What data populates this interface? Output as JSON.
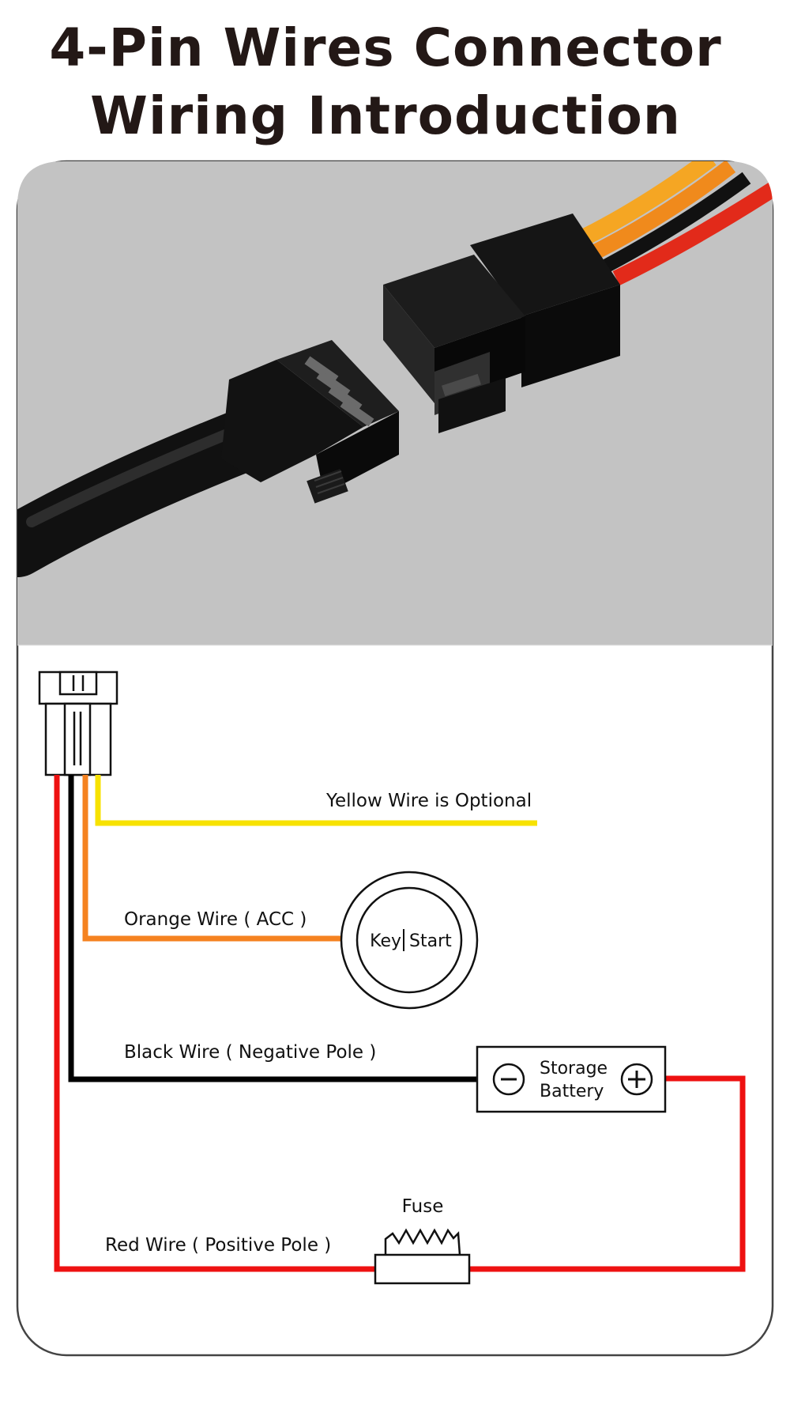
{
  "title": {
    "line1": "4-Pin Wires Connector",
    "line2": "Wiring Introduction"
  },
  "wires": {
    "yellow": {
      "label": "Yellow Wire is Optional",
      "color": "#f7e200"
    },
    "orange": {
      "label": "Orange Wire ( ACC )",
      "color": "#f58220"
    },
    "black": {
      "label": "Black Wire ( Negative Pole )",
      "color": "#000000"
    },
    "red": {
      "label": "Red Wire ( Positive Pole )",
      "color": "#ee1111"
    }
  },
  "key_switch": {
    "left": "Key",
    "right": "Start"
  },
  "battery": {
    "line1": "Storage",
    "line2": "Battery",
    "negative_symbol": "−",
    "positive_symbol": "+"
  },
  "fuse": {
    "label": "Fuse"
  },
  "colors": {
    "photo_background": "#c3c3c3",
    "title": "#231816",
    "card_border": "#444444"
  },
  "icons": {
    "connector_photo": "4-pin-connector-photo",
    "connector_symbol": "connector-icon",
    "fuse_symbol": "fuse-icon",
    "key_switch": "key-switch-icon",
    "battery": "battery-icon"
  }
}
